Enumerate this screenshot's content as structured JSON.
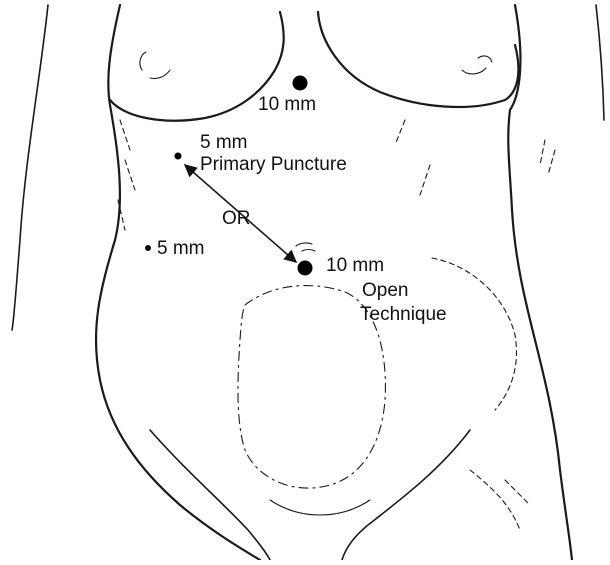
{
  "labels": {
    "xiphoid_port": "10 mm",
    "primary_port_size": "5 mm",
    "primary_port_name": "Primary Puncture",
    "or_text": "OR",
    "left_port": "5 mm",
    "umbilical_port": "10 mm",
    "open_line1": "Open",
    "open_line2": "Technique"
  },
  "colors": {
    "ink": "#111111",
    "background": "#ffffff"
  },
  "icons": {
    "arrow": "double-headed-arrow"
  }
}
